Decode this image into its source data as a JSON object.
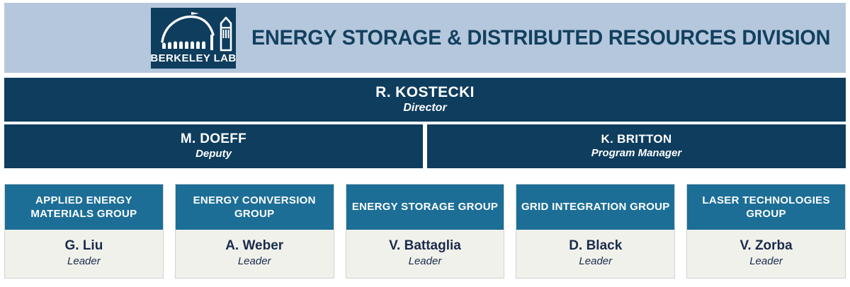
{
  "header": {
    "title": "ENERGY STORAGE & DISTRIBUTED RESOURCES DIVISION",
    "logo": {
      "name": "berkeley-lab-logo",
      "wordmark": "BERKELEY LAB"
    },
    "background_color": "#b5c7dc",
    "title_color": "#12405f"
  },
  "director": {
    "name": "R. KOSTECKI",
    "role": "Director",
    "background_color": "#0e3d5e"
  },
  "leadership": [
    {
      "name": "M. DOEFF",
      "role": "Deputy"
    },
    {
      "name": "K. BRITTON",
      "role": "Program Manager"
    }
  ],
  "groups": [
    {
      "title": "APPLIED ENERGY MATERIALS GROUP",
      "leader": "G. Liu",
      "leader_role": "Leader"
    },
    {
      "title": "ENERGY CONVERSION GROUP",
      "leader": "A. Weber",
      "leader_role": "Leader"
    },
    {
      "title": "ENERGY STORAGE GROUP",
      "leader": "V. Battaglia",
      "leader_role": "Leader"
    },
    {
      "title": "GRID INTEGRATION GROUP",
      "leader": "D. Black",
      "leader_role": "Leader"
    },
    {
      "title": "LASER TECHNOLOGIES GROUP",
      "leader": "V. Zorba",
      "leader_role": "Leader"
    }
  ],
  "colors": {
    "navy": "#0e3d5e",
    "teal": "#1c6e96",
    "header_blue": "#b5c7dc",
    "card_body": "#f1f1ec",
    "card_border": "#cfd3d3"
  }
}
